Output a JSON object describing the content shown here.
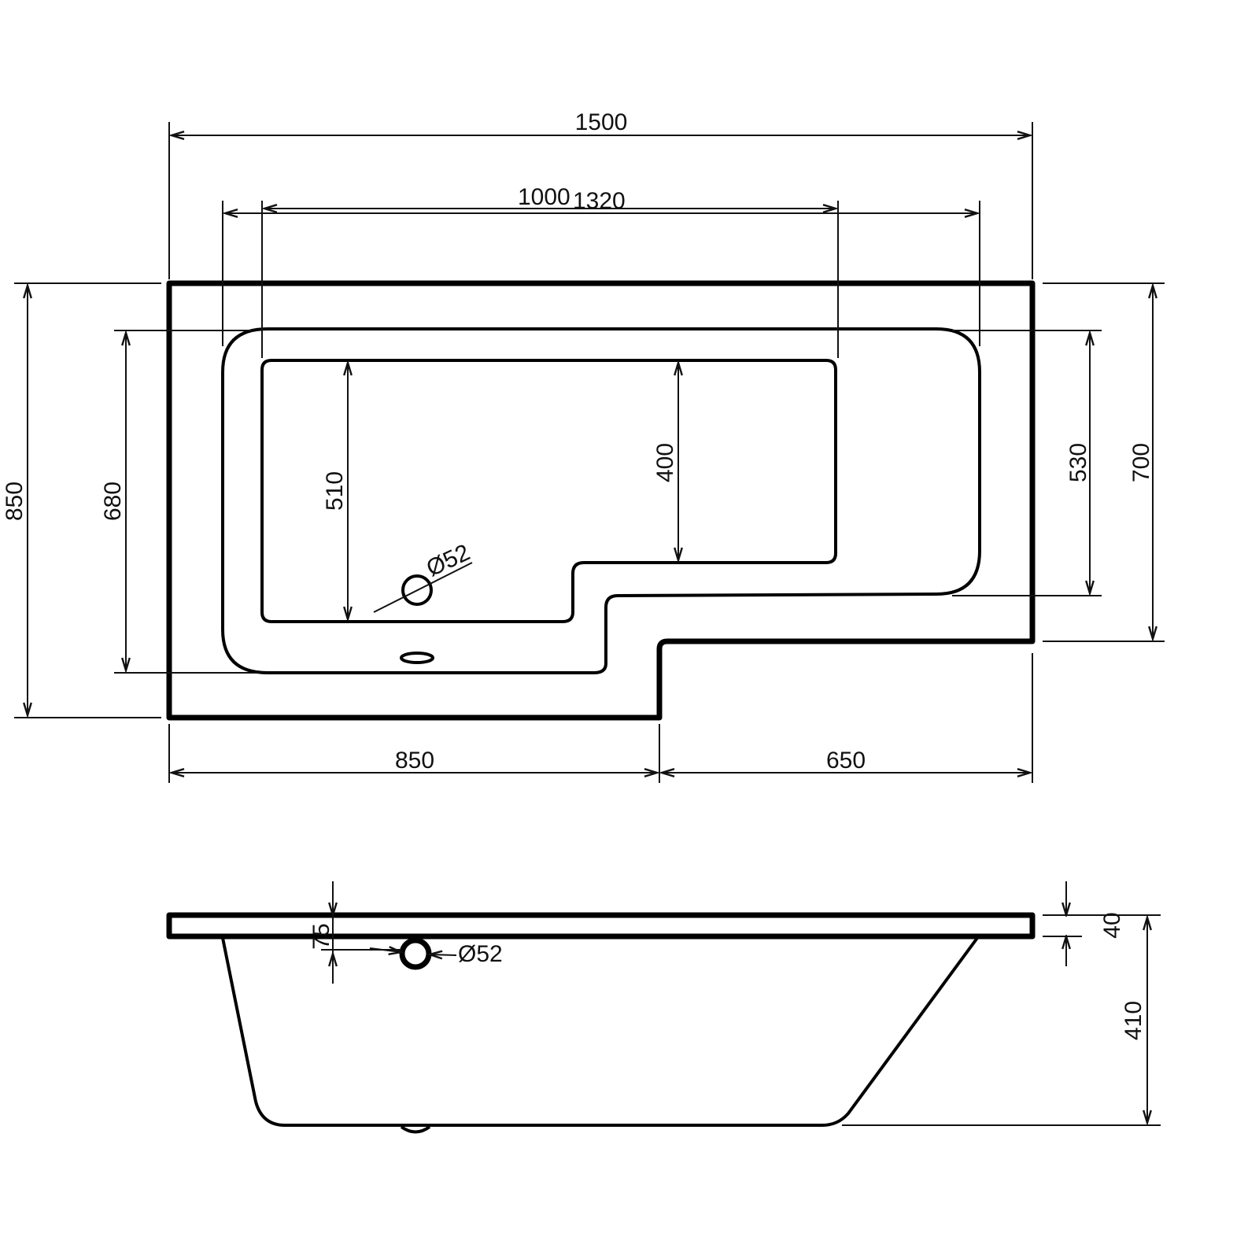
{
  "plan_view": {
    "overall_length": "1500",
    "inner_length_a": "1000",
    "inner_length_b": "1320",
    "overall_width": "850",
    "rim_width": "680",
    "basin_width_left": "510",
    "basin_width_right": "400",
    "drain_diameter": "Ø52",
    "right_inner_width": "530",
    "right_width": "700",
    "left_section": "850",
    "right_section": "650"
  },
  "side_view": {
    "overflow_offset": "75",
    "overflow_diameter": "Ø52",
    "rim_thickness": "40",
    "depth": "410"
  },
  "colors": {
    "line": "#000000",
    "background": "#ffffff"
  }
}
